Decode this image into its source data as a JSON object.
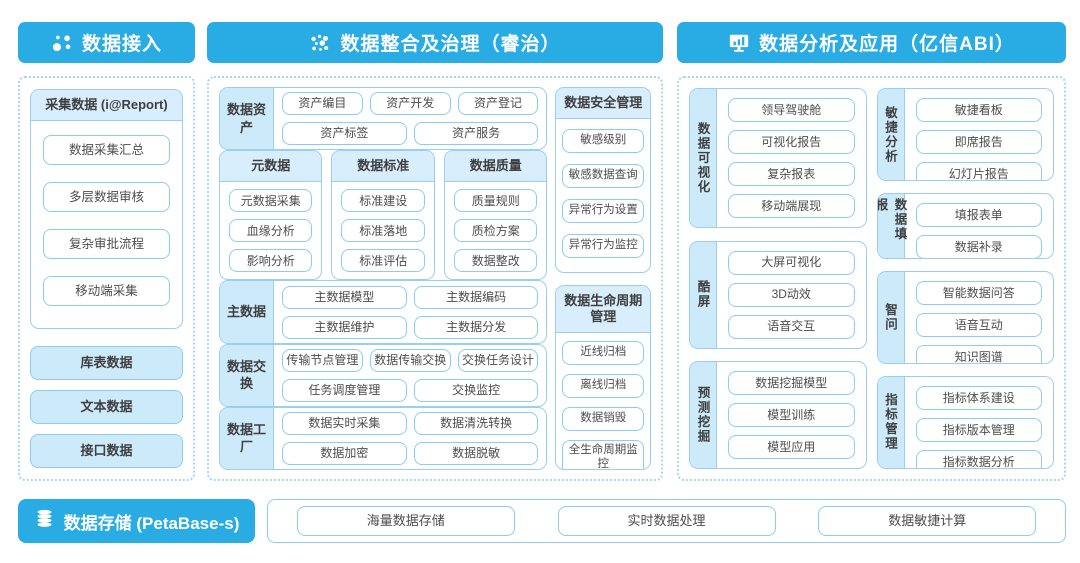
{
  "colors": {
    "header_bg": "#29ABE3",
    "panel_dotted_border": "#A9D6F2",
    "box_border": "#9ACFF0",
    "label_fill": "#CDEAFB",
    "titlebar_fill": "#D8EEFC",
    "pill_border": "#8BCDF2",
    "text": "#4d4d4d"
  },
  "headers": {
    "access": "数据接入",
    "governance": "数据整合及治理（睿治）",
    "analysis": "数据分析及应用（亿信ABI）"
  },
  "access": {
    "collect": {
      "title": "采集数据 (i@Report)",
      "items": [
        "数据采集汇总",
        "多层数据审核",
        "复杂审批流程",
        "移动端采集"
      ]
    },
    "sources": [
      "库表数据",
      "文本数据",
      "接口数据"
    ]
  },
  "governance": {
    "asset": {
      "label": "数据资产",
      "line1": [
        "资产编目",
        "资产开发",
        "资产登记"
      ],
      "line2": [
        "资产标签",
        "资产服务"
      ]
    },
    "meta_boxes": [
      {
        "title": "元数据",
        "items": [
          "元数据采集",
          "血缘分析",
          "影响分析"
        ]
      },
      {
        "title": "数据标准",
        "items": [
          "标准建设",
          "标准落地",
          "标准评估"
        ]
      },
      {
        "title": "数据质量",
        "items": [
          "质量规则",
          "质检方案",
          "数据整改"
        ]
      }
    ],
    "master": {
      "label": "主数据",
      "line1": [
        "主数据模型",
        "主数据编码"
      ],
      "line2": [
        "主数据维护",
        "主数据分发"
      ]
    },
    "exchange": {
      "label": "数据交换",
      "line1": [
        "传输节点管理",
        "数据传输交换",
        "交换任务设计"
      ],
      "line2": [
        "任务调度管理",
        "交换监控"
      ]
    },
    "factory": {
      "label": "数据工厂",
      "line1": [
        "数据实时采集",
        "数据清洗转换"
      ],
      "line2": [
        "数据加密",
        "数据脱敏"
      ]
    },
    "security": {
      "title": "数据安全管理",
      "items": [
        "敏感级别",
        "敏感数据查询",
        "异常行为设置",
        "异常行为监控"
      ]
    },
    "lifecycle": {
      "title": "数据生命周期管理",
      "items": [
        "近线归档",
        "离线归档",
        "数据销毁",
        "全生命周期监控"
      ]
    }
  },
  "analysis": {
    "col1": [
      {
        "label": "数据可视化",
        "items": [
          "领导驾驶舱",
          "可视化报告",
          "复杂报表",
          "移动端展现"
        ]
      },
      {
        "label": "酷屏",
        "items": [
          "大屏可视化",
          "3D动效",
          "语音交互"
        ]
      },
      {
        "label": "预测挖掘",
        "items": [
          "数据挖掘模型",
          "模型训练",
          "模型应用"
        ]
      }
    ],
    "col2": [
      {
        "label": "敏捷分析",
        "items": [
          "敏捷看板",
          "即席报告",
          "幻灯片报告"
        ]
      },
      {
        "label": "数据填报",
        "items": [
          "填报表单",
          "数据补录"
        ]
      },
      {
        "label": "智问",
        "items": [
          "智能数据问答",
          "语音互动",
          "知识图谱"
        ]
      },
      {
        "label": "指标管理",
        "items": [
          "指标体系建设",
          "指标版本管理",
          "指标数据分析"
        ]
      }
    ]
  },
  "storage": {
    "title": "数据存储 (PetaBase-s)",
    "items": [
      "海量数据存储",
      "实时数据处理",
      "数据敏捷计算"
    ]
  }
}
